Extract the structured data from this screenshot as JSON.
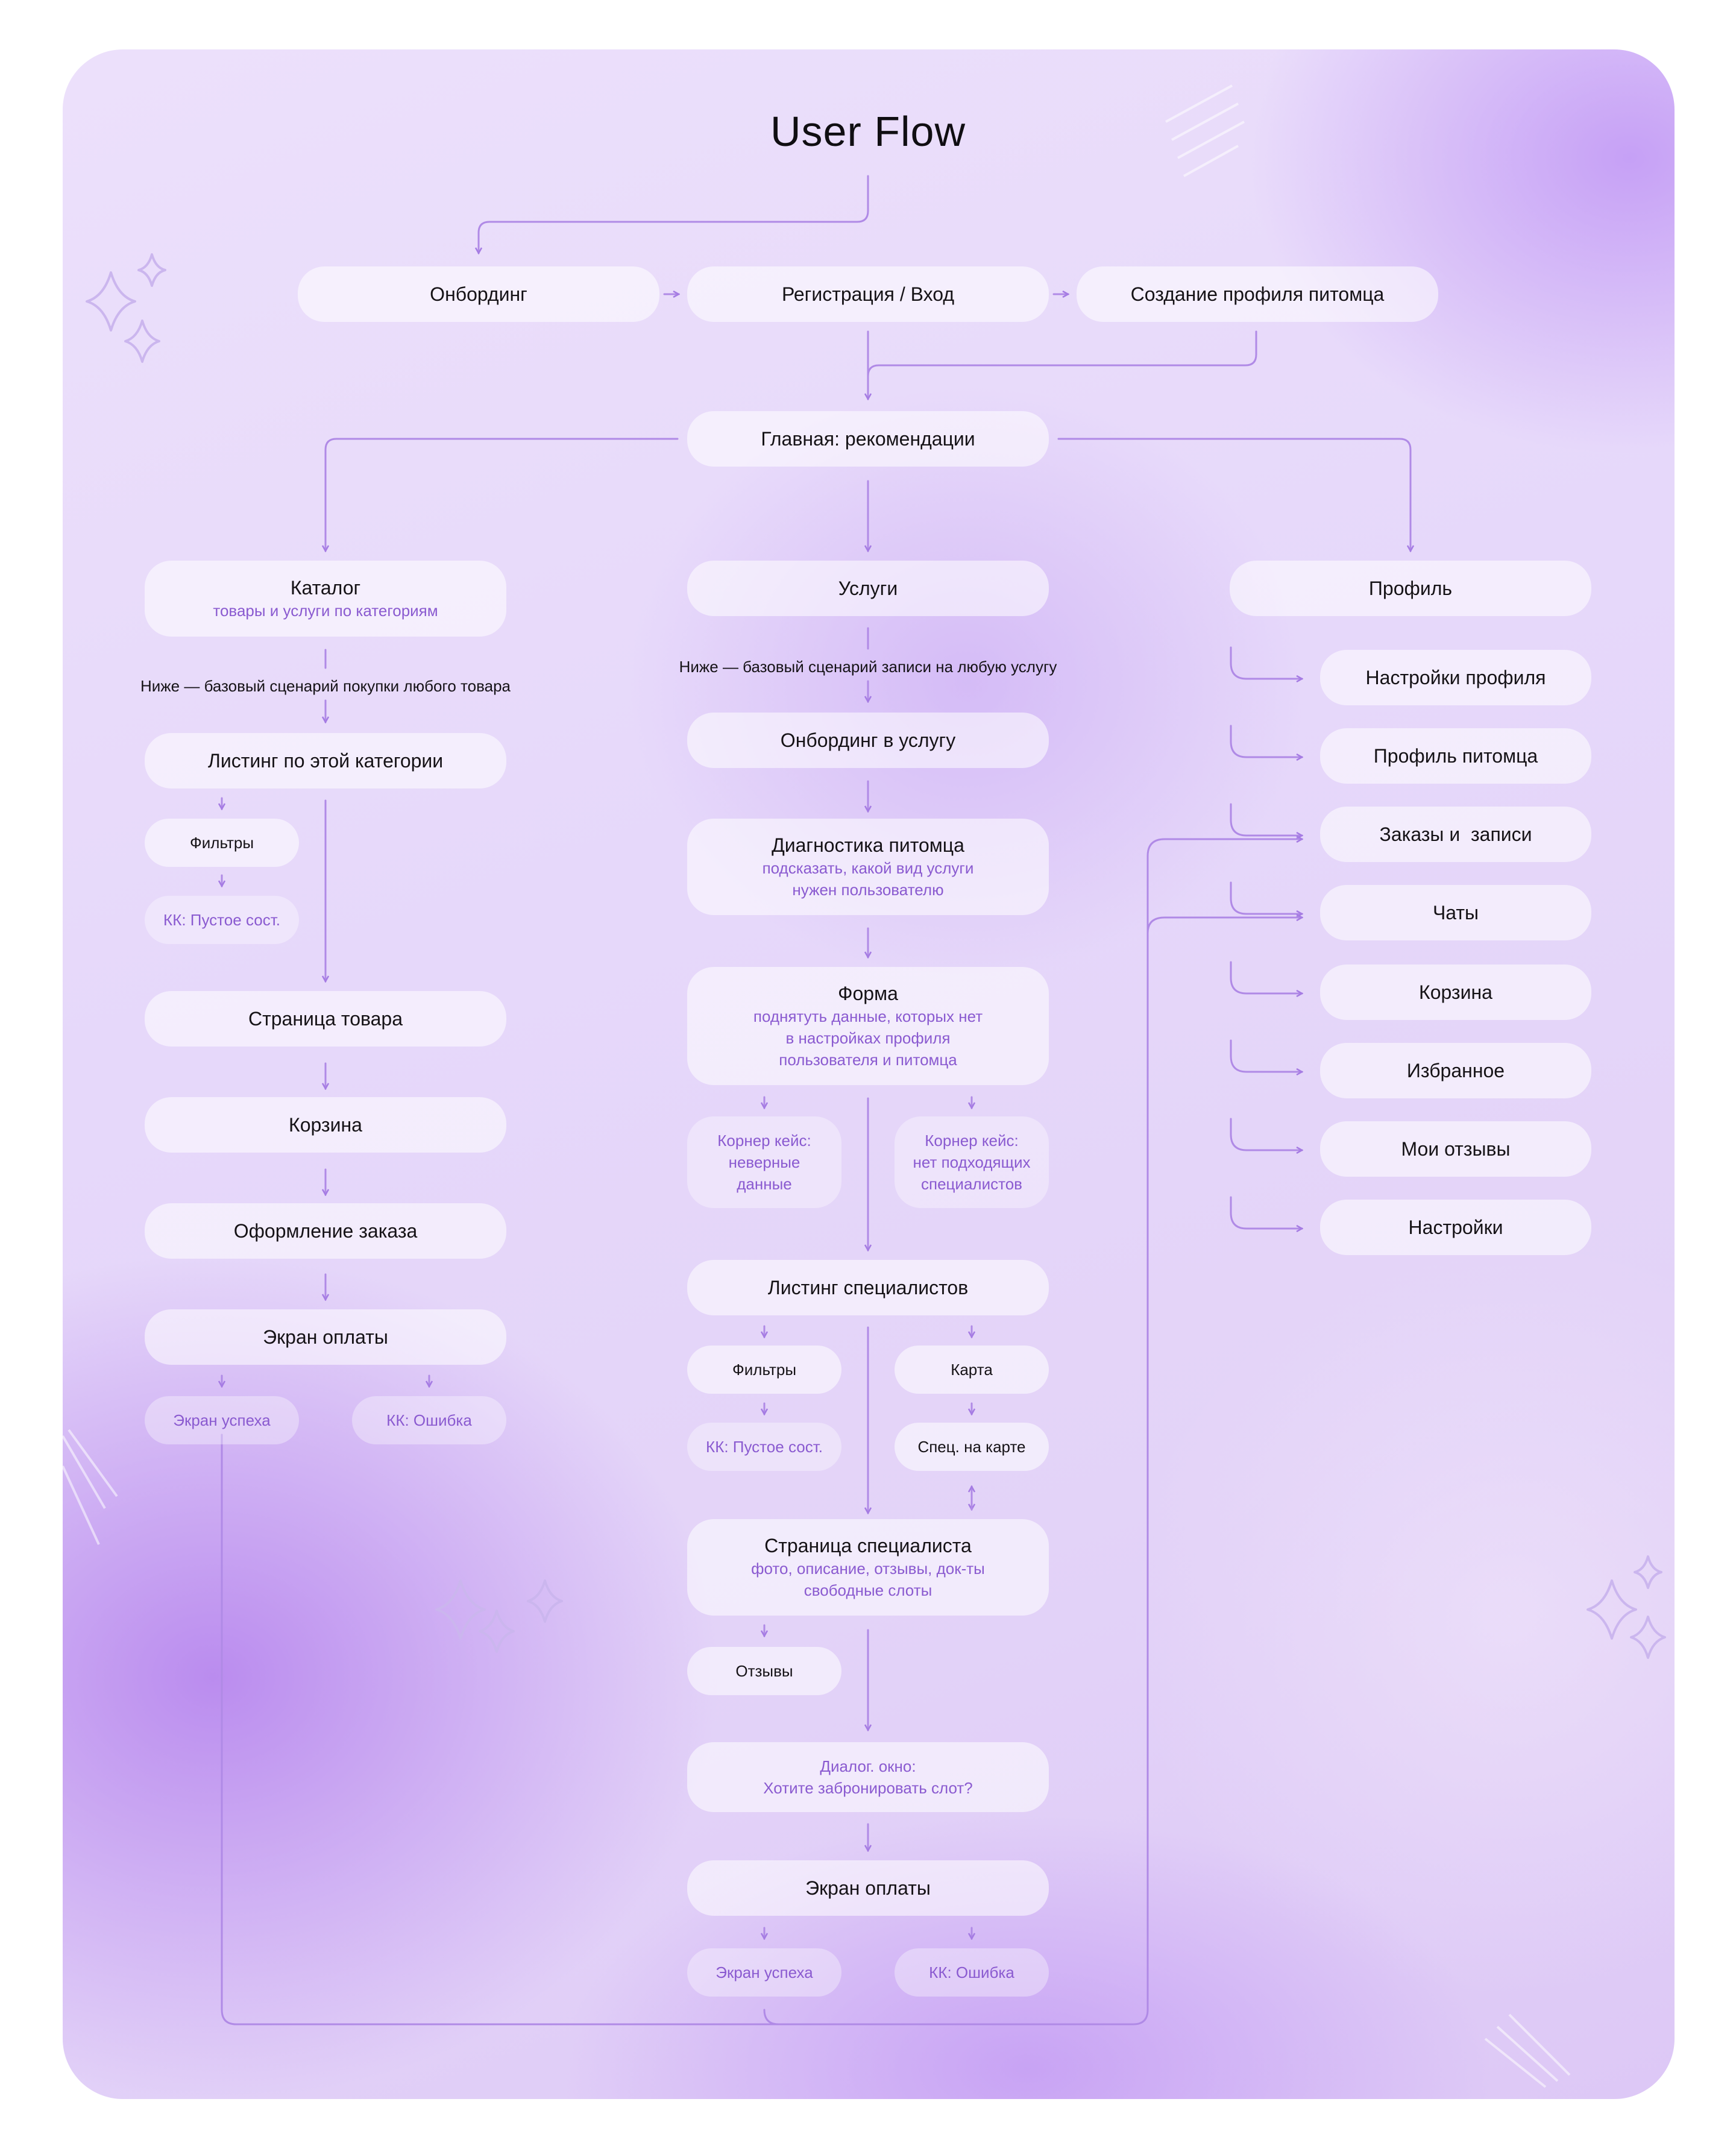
{
  "title": "User Flow",
  "top_row": {
    "onboarding": "Онбординг",
    "registration": "Регистрация / Вход",
    "pet_profile_create": "Создание профиля питомца"
  },
  "home": "Главная: рекомендации",
  "catalog": {
    "title": "Каталог",
    "subtitle": "товары и услуги по категориям",
    "note": "Ниже — базовый сценарий покупки любого товара",
    "listing": "Листинг по этой категории",
    "filters": "Фильтры",
    "empty": "КК: Пустое сост.",
    "product_page": "Страница товара",
    "cart": "Корзина",
    "checkout": "Оформление заказа",
    "payment": "Экран оплаты",
    "success": "Экран успеха",
    "error": "КК: Ошибка"
  },
  "services": {
    "title": "Услуги",
    "note": "Ниже — базовый сценарий записи на любую услугу",
    "onboarding": "Онбординг в услугу",
    "diagnostics_title": "Диагностика питомца",
    "diagnostics_sub": [
      "подсказать, какой вид услуги",
      "нужен пользователю"
    ],
    "form_title": "Форма",
    "form_sub": [
      "поднятуть данные, которых нет",
      "в настройках профиля",
      "пользователя и питомца"
    ],
    "corner_wrong": [
      "Корнер кейс:",
      "неверные",
      "данные"
    ],
    "corner_no_spec": [
      "Корнер кейс:",
      "нет подходящих",
      "специалистов"
    ],
    "spec_listing": "Листинг специалистов",
    "filters": "Фильтры",
    "map": "Карта",
    "empty": "КК: Пустое сост.",
    "spec_on_map": "Спец. на карте",
    "spec_page_title": "Страница специалиста",
    "spec_page_sub": [
      "фото, описание, отзывы, док-ты",
      "свободные слоты"
    ],
    "reviews": "Отзывы",
    "dialog": [
      "Диалог. окно:",
      "Хотите забронировать слот?"
    ],
    "payment": "Экран оплаты",
    "success": "Экран успеха",
    "error": "КК: Ошибка"
  },
  "profile": {
    "title": "Профиль",
    "items": [
      "Настройки профиля",
      "Профиль питомца",
      "Заказы и  записи",
      "Чаты",
      "Корзина",
      "Избранное",
      "Мои отзывы",
      "Настройки"
    ]
  },
  "colors": {
    "line": "#a57be3",
    "accent_text": "#8a5ad0",
    "text": "#151216"
  }
}
